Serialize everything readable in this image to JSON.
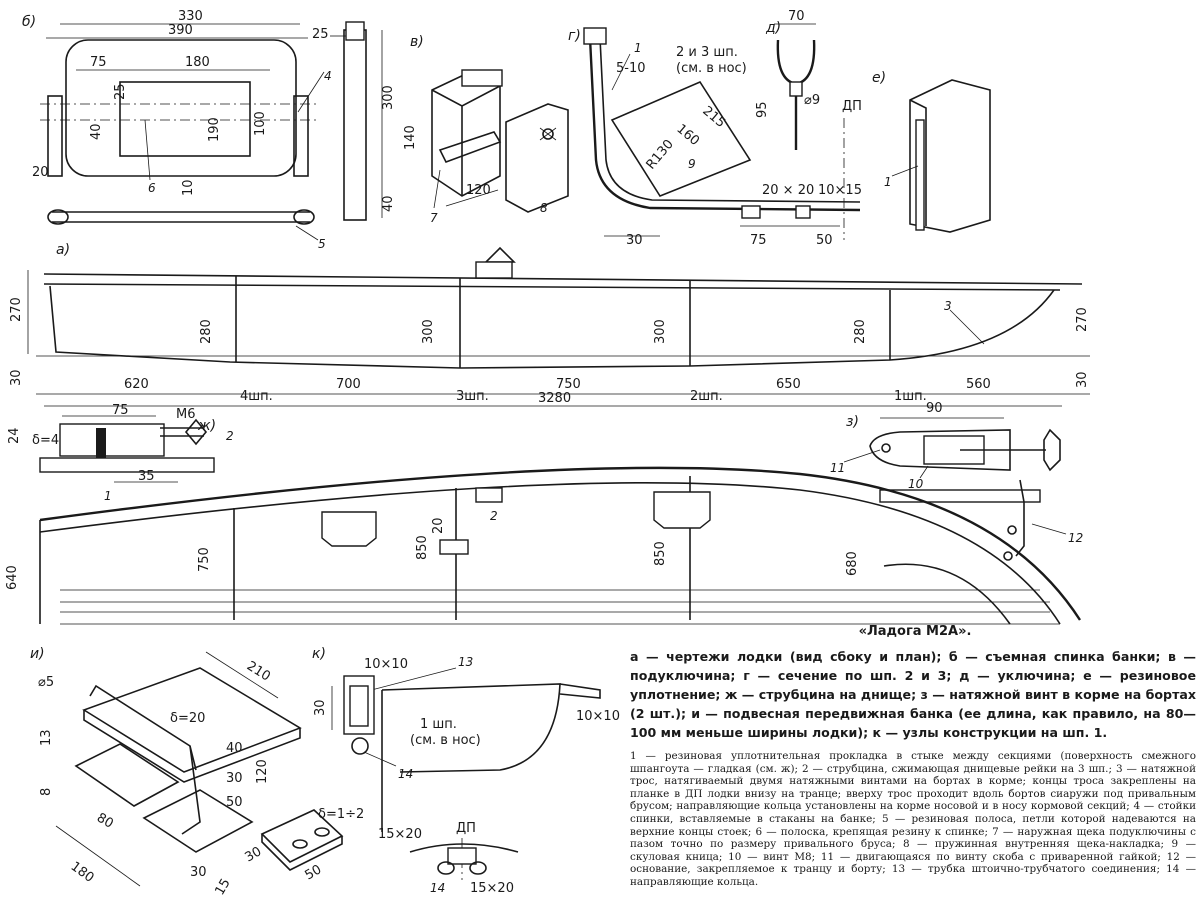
{
  "panels": {
    "b": "б)",
    "v": "в)",
    "g": "г)",
    "d": "д)",
    "e": "е)",
    "a": "а)",
    "zh": "ж)",
    "z": "з)",
    "i": "и)",
    "k": "к)"
  },
  "dimensions_b": {
    "w330": "330",
    "w390": "390",
    "w75": "75",
    "w180": "180",
    "h25": "25",
    "h40": "40",
    "h100": "100",
    "h190": "190",
    "h20": "20",
    "h10": "10",
    "h300": "300",
    "h40b": "40",
    "w25": "25"
  },
  "dimensions_v": {
    "h140": "140",
    "w120": "120"
  },
  "dimensions_g": {
    "note": "2 и 3 шп.",
    "note2": "(см. в нос)",
    "d510": "5-10",
    "d215": "215",
    "d160": "160",
    "r130": "R130",
    "d30": "30",
    "d75": "75",
    "d50": "50",
    "d2020": "20 × 20",
    "d1015": "10×15"
  },
  "dimensions_d": {
    "w70": "70",
    "h95": "95",
    "phi9": "⌀9",
    "dp": "ДП"
  },
  "dimensions_a": {
    "h270": "270",
    "h30": "30",
    "h280": "280",
    "h300": "300",
    "h300b": "300",
    "h280b": "280",
    "h270b": "270",
    "h30b": "30",
    "s620": "620",
    "s700": "700",
    "s750": "750",
    "s650": "650",
    "s560": "560",
    "total": "3280",
    "f4": "4шп.",
    "f3": "3шп.",
    "f2": "2шп.",
    "f1": "1шп."
  },
  "dimensions_plan": {
    "h640": "640",
    "h750": "750",
    "h850": "850",
    "h20": "20",
    "h850b": "850",
    "h680": "680"
  },
  "dimensions_zh": {
    "w75": "75",
    "m6": "М6",
    "h24": "24",
    "delta": "δ=4",
    "w35": "35"
  },
  "dimensions_z": {
    "w90": "90"
  },
  "dimensions_i": {
    "phi5": "⌀5",
    "w210": "210",
    "delta20": "δ=20",
    "h13": "13",
    "h8": "8",
    "h40": "40",
    "h30": "30",
    "h50": "50",
    "h120": "120",
    "w80": "80",
    "w180": "180",
    "w30": "30",
    "w15": "15",
    "w30b": "30",
    "w50": "50",
    "delta12": "δ=1÷2"
  },
  "dimensions_k": {
    "d1010": "10×10",
    "h30": "30",
    "d1010b": "10×10",
    "frame": "1 шп.",
    "frame_note": "(см. в нос)",
    "d1520": "15×20",
    "dp": "ДП",
    "d1520b": "15×20"
  },
  "parts": {
    "p1": "1",
    "p2": "2",
    "p3": "3",
    "p4": "4",
    "p5": "5",
    "p6": "6",
    "p7": "7",
    "p8": "8",
    "p9": "9",
    "p10": "10",
    "p11": "11",
    "p12": "12",
    "p13": "13",
    "p14": "14"
  },
  "caption": {
    "title": "«Ладога М2А».",
    "panels_text": "а — чертежи лодки (вид сбоку и план); б — съемная спинка банки; в — подуключина; г — сечение по шп. 2 и 3; д — уключина; е — резиновое уплотнение; ж — струбцина на днище; з — натяжной винт в корме на бортах (2 шт.); и — подвесная передвижная банка (ее длина, как правило, на 80—100 мм меньше ширины лодки); к — узлы конструкции на шп. 1.",
    "legend_text": "1 — резиновая уплотнительная прокладка в стыке между секциями (поверхность смежного шпангоута — гладкая (см. ж); 2 — струбцина, сжимающая днищевые рейки на 3 шп.; 3 — натяжной трос, натягиваемый двумя натяжными винтами на бортах в корме; концы троса закреплены на планке в ДП лодки внизу на транце; вверху трос проходит вдоль бортов сиаружи под привальным брусом; направляющие кольца установлены на корме носовой и в носу кормовой секций; 4 — стойки спинки, вставляемые в стаканы на банке; 5 — резиновая полоса, петли которой надеваются на верхние концы стоек; 6 — полоска, крепящая резину к спинке; 7 — наружная щека подуключины с пазом точно по размеру привального бруса; 8 — пружинная внутренняя щека-накладка; 9 — скуловая кница; 10 — винт М8; 11 — двигающаяся по винту скоба с приваренной гайкой; 12 — основание, закрепляемое к транцу и борту; 13 — трубка штоично-трубчатого соединения; 14 — направляющие кольца."
  }
}
